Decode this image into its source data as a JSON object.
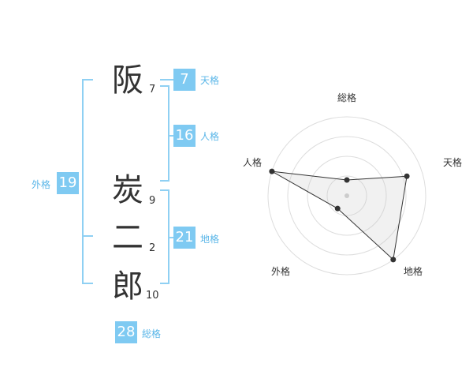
{
  "name_chars": [
    {
      "char": "阪",
      "strokes": "7"
    },
    {
      "char": "炭",
      "strokes": "9"
    },
    {
      "char": "二",
      "strokes": "2"
    },
    {
      "char": "郎",
      "strokes": "10"
    }
  ],
  "kakusu": {
    "tenkaku": {
      "value": "7",
      "label": "天格"
    },
    "jinkaku": {
      "value": "16",
      "label": "人格"
    },
    "chikaku": {
      "value": "21",
      "label": "地格"
    },
    "gaikaku": {
      "value": "19",
      "label": "外格"
    },
    "soukaku": {
      "value": "28",
      "label": "総格"
    }
  },
  "colors": {
    "accent": "#7fcaf2",
    "line": "#8fd0f3",
    "label": "#5ab6e8"
  },
  "chart_data": {
    "type": "radar",
    "axes": [
      "総格",
      "天格",
      "地格",
      "外格",
      "人格"
    ],
    "values": [
      1,
      4,
      5,
      1,
      5
    ],
    "range": [
      0,
      5
    ],
    "rings": 4,
    "grid": true
  }
}
